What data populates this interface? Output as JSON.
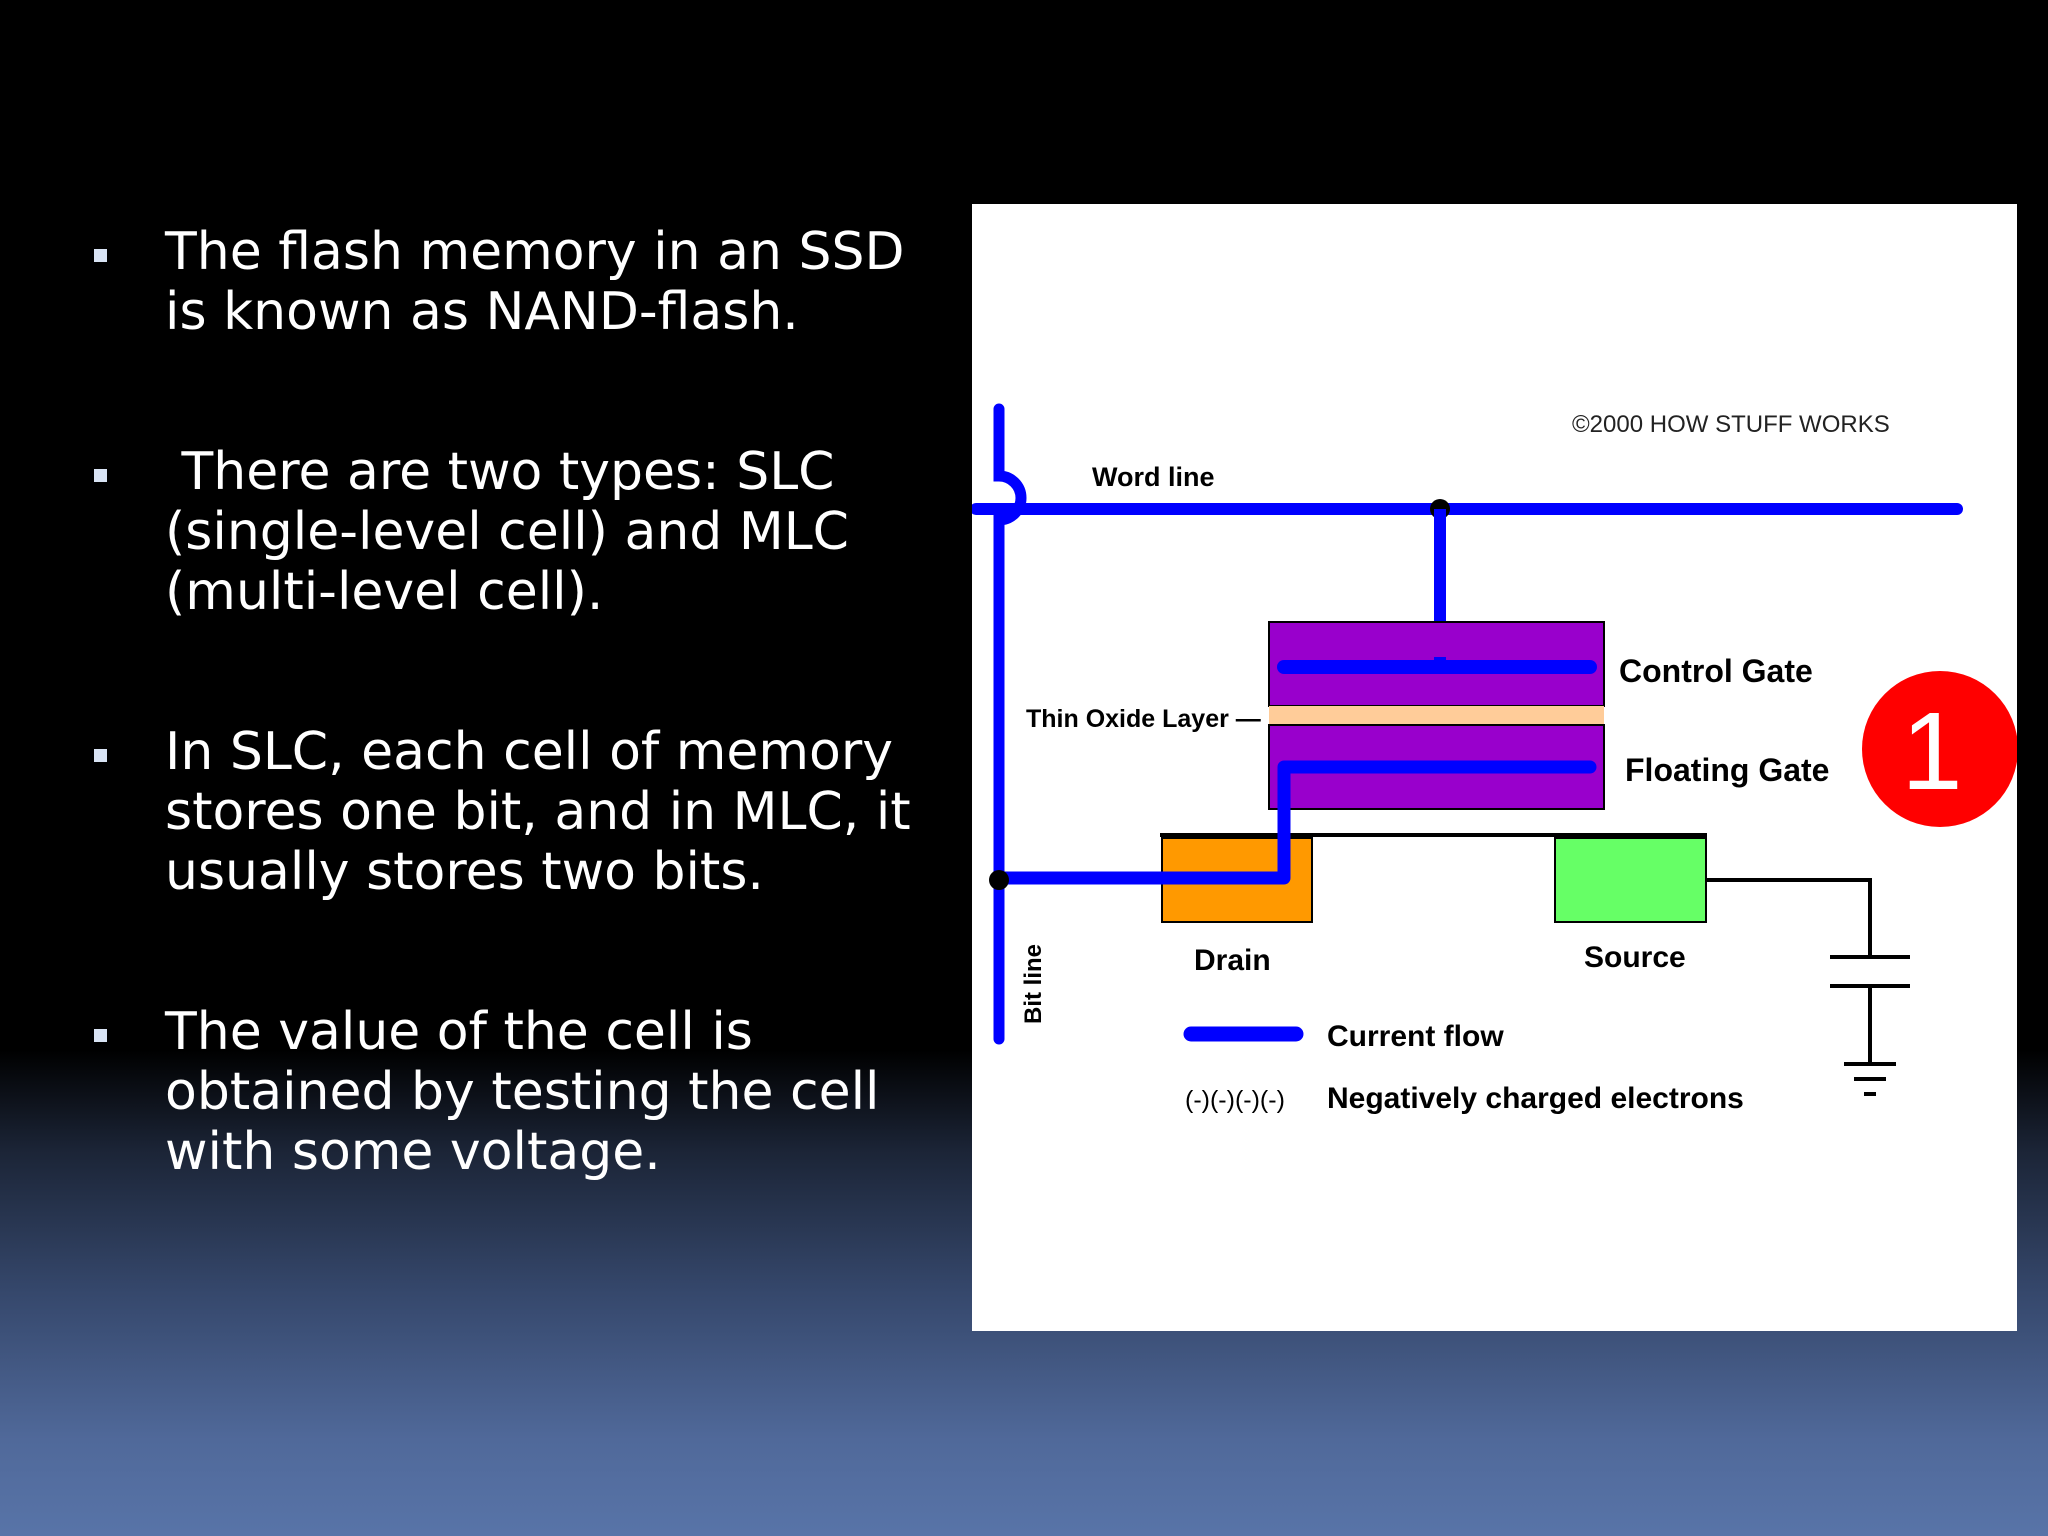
{
  "bullets": [
    {
      "text": "The flash memory in an SSD is known as NAND-flash."
    },
    {
      "text": " There are two types: SLC (single-level cell) and MLC (multi-level cell)."
    },
    {
      "text": "In SLC, each cell of memory stores one bit, and in MLC, it usually stores two bits."
    },
    {
      "text": "The value of the cell is obtained by testing the cell with some voltage."
    }
  ],
  "diagram": {
    "copyright": "©2000 HOW STUFF WORKS",
    "word_line_label": "Word line",
    "bit_line_label": "Bit line",
    "thin_oxide_label": "Thin Oxide Layer —",
    "control_gate_label": "Control Gate",
    "floating_gate_label": "Floating Gate",
    "drain_label": "Drain",
    "source_label": "Source",
    "step_number": "1",
    "legend": {
      "current_flow": "Current flow",
      "electrons_symbol": "(-)(-)(-)(-)",
      "electrons_label": "Negatively charged electrons"
    },
    "colors": {
      "wire_blue": "#0000ff",
      "gate_purple": "#9900cc",
      "oxide_peach": "#ffcc99",
      "drain_orange": "#ff9900",
      "source_green": "#66ff66",
      "badge_red": "#ff0000"
    }
  }
}
